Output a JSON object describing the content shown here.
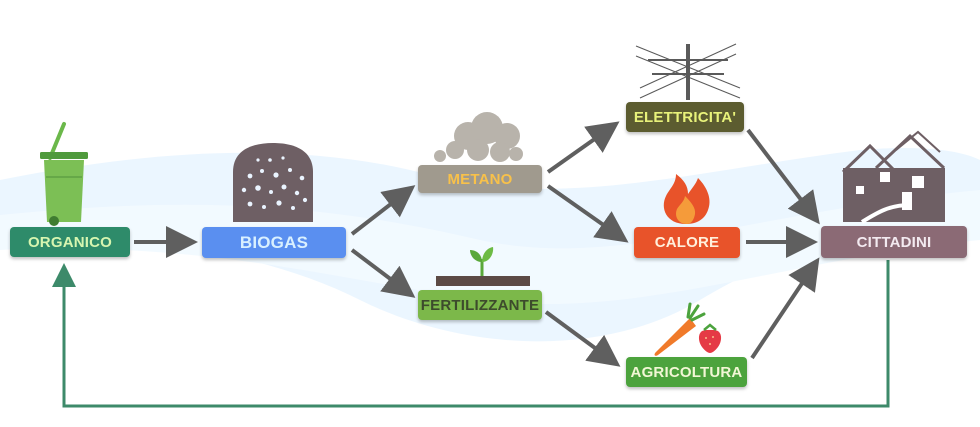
{
  "diagram": {
    "nodes": {
      "organico": "ORGANICO",
      "biogas": "BIOGAS",
      "metano": "METANO",
      "fertilizzante": "FERTILIZZANTE",
      "elettricita": "ELETTRICITA'",
      "calore": "CALORE",
      "agricoltura": "AGRICOLTURA",
      "cittadini": "CITTADINI"
    },
    "edges": [
      [
        "organico",
        "biogas"
      ],
      [
        "biogas",
        "metano"
      ],
      [
        "biogas",
        "fertilizzante"
      ],
      [
        "metano",
        "elettricita"
      ],
      [
        "metano",
        "calore"
      ],
      [
        "fertilizzante",
        "agricoltura"
      ],
      [
        "elettricita",
        "cittadini"
      ],
      [
        "calore",
        "cittadini"
      ],
      [
        "agricoltura",
        "cittadini"
      ],
      [
        "cittadini",
        "organico"
      ]
    ],
    "icons": {
      "organico": "green-bin-icon",
      "biogas": "digester-dome-icon",
      "metano": "gas-cloud-icon",
      "fertilizzante": "seedling-soil-icon",
      "elettricita": "power-pole-icon",
      "calore": "flame-icon",
      "agricoltura": "carrot-strawberry-icon",
      "cittadini": "houses-icon"
    },
    "colors": {
      "organico": "#2e8b6a",
      "biogas": "#5a8ff0",
      "metano": "#a09a8e",
      "fertilizzante": "#7cb84a",
      "elettricita": "#5c5c30",
      "calore": "#e8532a",
      "agricoltura": "#4ca33d",
      "cittadini": "#8b6a75",
      "arrow": "#5f5f5f",
      "loop": "#3d8a6a"
    }
  }
}
